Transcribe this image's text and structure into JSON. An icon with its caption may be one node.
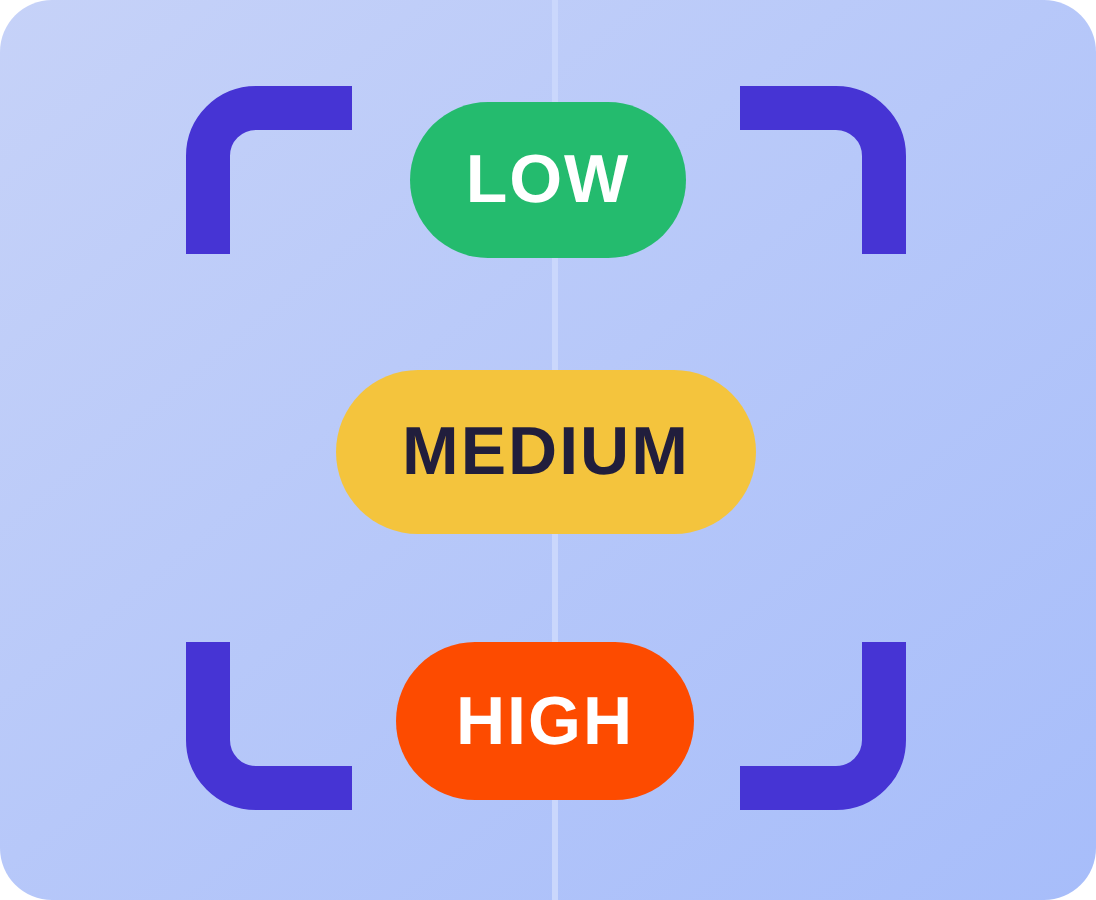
{
  "diagram": {
    "nodes": [
      {
        "text": [
          "LOW"
        ]
      },
      {
        "text": [
          "MEDIUM"
        ]
      },
      {
        "text": [
          "HIGH"
        ]
      }
    ]
  }
}
